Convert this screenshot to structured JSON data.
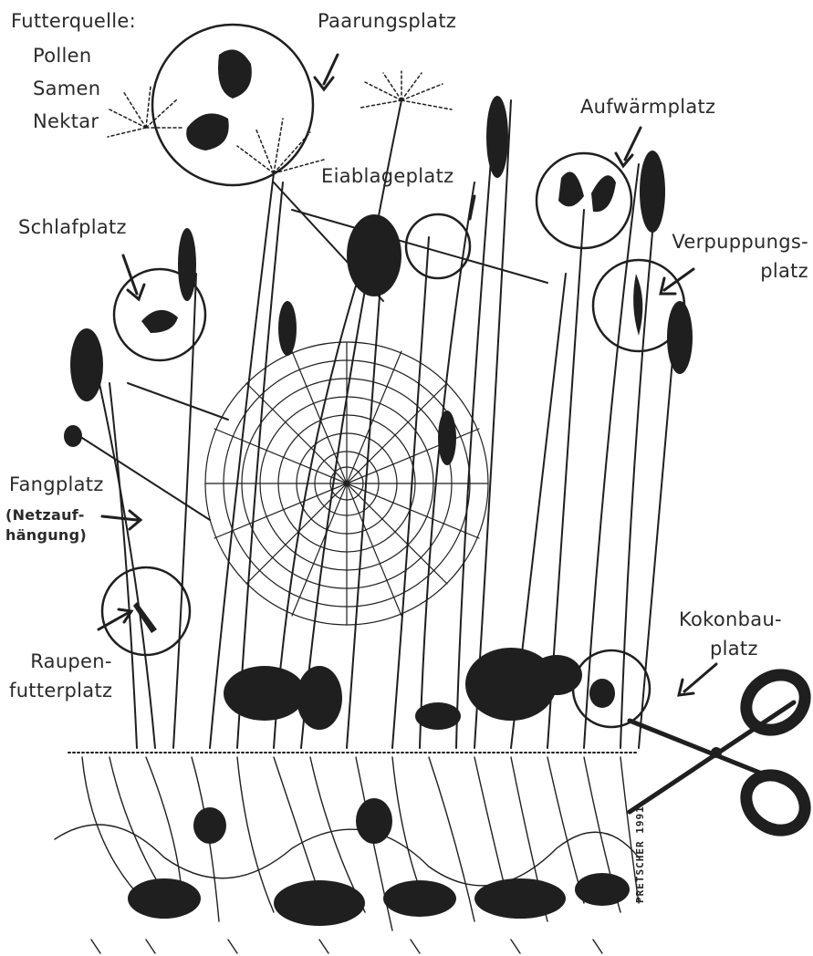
{
  "labels": {
    "futterquelle": {
      "title": "Futterquelle:",
      "l1": "Pollen",
      "l2": "Samen",
      "l3": "Nektar"
    },
    "paarungsplatz": "Paarungsplatz",
    "aufwaermplatz": "Aufwärmplatz",
    "eiablageplatz": "Eiablageplatz",
    "schlafplatz": "Schlafplatz",
    "verpuppung": {
      "l1": "Verpuppungs-",
      "l2": "platz"
    },
    "fangplatz": {
      "l1": "Fangplatz",
      "l2": "(Netzauf-",
      "l3": "hängung)"
    },
    "raupen": {
      "l1": "Raupen-",
      "l2": "futterplatz"
    },
    "kokon": {
      "l1": "Kokonbau-",
      "l2": "platz"
    }
  },
  "credit": "PRETSCHER 1991",
  "colors": {
    "ink": "#1f1f1f",
    "paper": "#ffffff",
    "text": "#2a2a2a"
  }
}
